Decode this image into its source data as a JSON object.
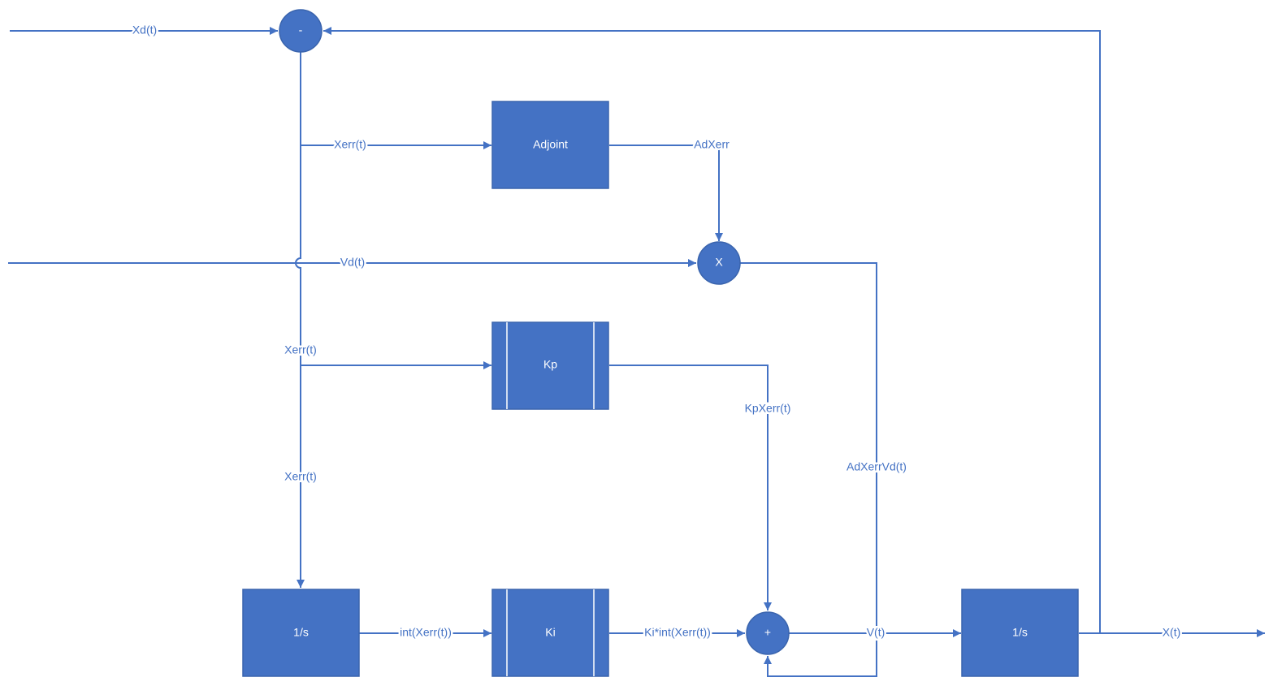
{
  "colors": {
    "block_fill": "#4472C4",
    "line": "#4472C4",
    "node_text": "#FFFFFF",
    "background": "#FFFFFF"
  },
  "nodes": {
    "subtract": "-",
    "adjoint": "Adjoint",
    "multiply": "X",
    "kp": "Kp",
    "integrator": "1/s",
    "ki": "Ki",
    "sum": "+",
    "output_integrator": "1/s"
  },
  "signals": {
    "xd": "Xd(t)",
    "xerr_to_adjoint": "Xerr(t)",
    "adxerr": "AdXerr",
    "vd": "Vd(t)",
    "xerr_to_kp": "Xerr(t)",
    "kpxerr": "KpXerr(t)",
    "adxerrvd": "AdXerrVd(t)",
    "xerr_to_integrator": "Xerr(t)",
    "int_xerr": "int(Xerr(t))",
    "ki_int_xerr": "Ki*int(Xerr(t))",
    "v": "V(t)",
    "x": "X(t)"
  }
}
